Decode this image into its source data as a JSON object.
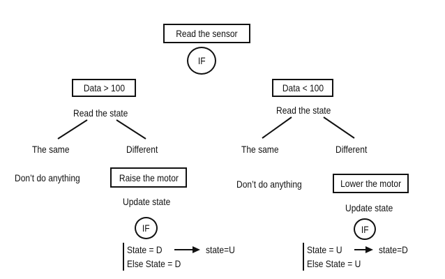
{
  "top": {
    "sensor_label": "Read the sensor",
    "if_label": "IF"
  },
  "left": {
    "condition": "Data > 100",
    "read_state": "Read the state",
    "same": "The same",
    "different": "Different",
    "no_action": "Don’t do anything",
    "action": "Raise the motor",
    "update": "Update state",
    "if_label": "IF",
    "rule1_before": "State = D",
    "rule1_after": "state=U",
    "rule2": "Else State = D"
  },
  "right": {
    "condition": "Data < 100",
    "read_state": "Read the state",
    "same": "The same",
    "different": "Different",
    "no_action": "Don’t do anything",
    "action": "Lower the motor",
    "update": "Update state",
    "if_label": "IF",
    "rule1_before": "State = U",
    "rule1_after": "state=D",
    "rule2": "Else State = U"
  }
}
